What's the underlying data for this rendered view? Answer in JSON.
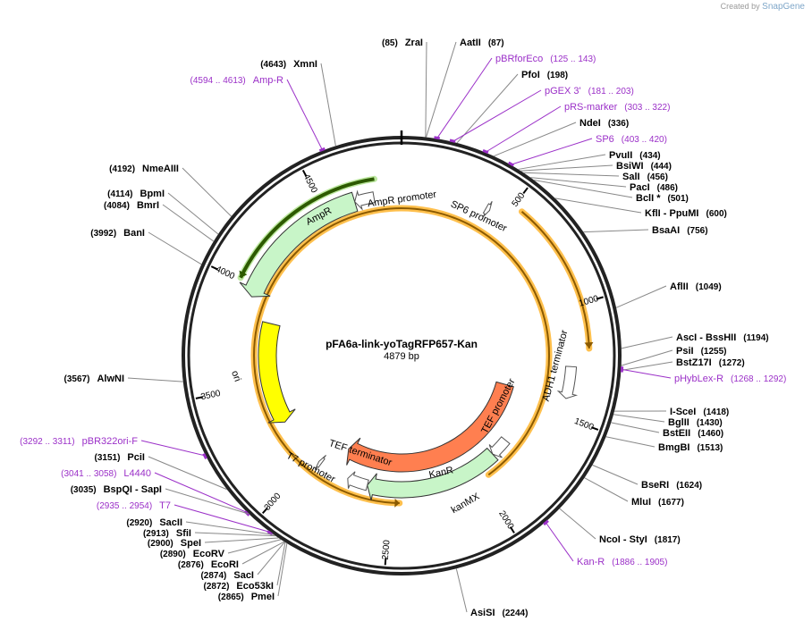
{
  "credit": {
    "text": "Created by",
    "brand": "SnapGene"
  },
  "plasmid": {
    "name": "pFA6a-link-yoTagRFP657-Kan",
    "size_label": "4879 bp",
    "length": 4879
  },
  "colors": {
    "primer": "#9b30c8",
    "amp": "#c8f5c8",
    "amp_outline": "#2d5a00",
    "ori": "#ffff00",
    "kanmx": "#ff7f50",
    "yellow_highlight": "#ffc04d",
    "line": "#888888"
  },
  "ticks": [
    {
      "label": "500",
      "pos": 500
    },
    {
      "label": "1000",
      "pos": 1000
    },
    {
      "label": "1500",
      "pos": 1500
    },
    {
      "label": "2000",
      "pos": 2000
    },
    {
      "label": "2500",
      "pos": 2500
    },
    {
      "label": "3000",
      "pos": 3000
    },
    {
      "label": "3500",
      "pos": 3500
    },
    {
      "label": "4000",
      "pos": 4000
    },
    {
      "label": "4500",
      "pos": 4500
    }
  ],
  "right_labels": [
    {
      "kind": "enz",
      "pos": 87,
      "pos_label": "(87)",
      "text": "AatII"
    },
    {
      "kind": "primer",
      "pos": 125,
      "pos_label": "(125 .. 143)",
      "text": "pBRforEco"
    },
    {
      "kind": "enz",
      "pos": 198,
      "pos_label": "(198)",
      "text": "PfoI"
    },
    {
      "kind": "primer",
      "pos": 181,
      "pos_label": "(181 .. 203)",
      "text": "pGEX 3'"
    },
    {
      "kind": "primer",
      "pos": 303,
      "pos_label": "(303 .. 322)",
      "text": "pRS-marker"
    },
    {
      "kind": "enz",
      "pos": 336,
      "pos_label": "(336)",
      "text": "NdeI"
    },
    {
      "kind": "primer",
      "pos": 403,
      "pos_label": "(403 .. 420)",
      "text": "SP6"
    },
    {
      "kind": "enz",
      "pos": 434,
      "pos_label": "(434)",
      "text": "PvuII"
    },
    {
      "kind": "enz",
      "pos": 444,
      "pos_label": "(444)",
      "text": "BsiWI"
    },
    {
      "kind": "enz",
      "pos": 456,
      "pos_label": "(456)",
      "text": "SalI"
    },
    {
      "kind": "enz",
      "pos": 486,
      "pos_label": "(486)",
      "text": "PacI"
    },
    {
      "kind": "enz",
      "pos": 501,
      "pos_label": "(501)",
      "text": "BclI *"
    },
    {
      "kind": "enz",
      "pos": 600,
      "pos_label": "(600)",
      "text": "KflI  - PpuMI"
    },
    {
      "kind": "enz",
      "pos": 756,
      "pos_label": "(756)",
      "text": "BsaAI"
    },
    {
      "kind": "enz",
      "pos": 1049,
      "pos_label": "(1049)",
      "text": "AflII"
    },
    {
      "kind": "enz",
      "pos": 1194,
      "pos_label": "(1194)",
      "text": "AscI   - BssHII"
    },
    {
      "kind": "enz",
      "pos": 1255,
      "pos_label": "(1255)",
      "text": "PsiI"
    },
    {
      "kind": "enz",
      "pos": 1272,
      "pos_label": "(1272)",
      "text": "BstZ17I"
    },
    {
      "kind": "primer",
      "pos": 1268,
      "pos_label": "(1268 .. 1292)",
      "text": "pHybLex-R"
    },
    {
      "kind": "enz",
      "pos": 1418,
      "pos_label": "(1418)",
      "text": "I-SceI"
    },
    {
      "kind": "enz",
      "pos": 1430,
      "pos_label": "(1430)",
      "text": "BglII"
    },
    {
      "kind": "enz",
      "pos": 1460,
      "pos_label": "(1460)",
      "text": "BstEII"
    },
    {
      "kind": "enz",
      "pos": 1513,
      "pos_label": "(1513)",
      "text": "BmgBI"
    },
    {
      "kind": "enz",
      "pos": 1624,
      "pos_label": "(1624)",
      "text": "BseRI"
    },
    {
      "kind": "enz",
      "pos": 1677,
      "pos_label": "(1677)",
      "text": "MluI"
    },
    {
      "kind": "enz",
      "pos": 1817,
      "pos_label": "(1817)",
      "text": "NcoI  - StyI"
    },
    {
      "kind": "primer",
      "pos": 1886,
      "pos_label": "(1886 .. 1905)",
      "text": "Kan-R"
    },
    {
      "kind": "enz",
      "pos": 2244,
      "pos_label": "(2244)",
      "text": "AsiSI"
    }
  ],
  "left_labels": [
    {
      "kind": "enz",
      "pos": 85,
      "pos_label": "(85)",
      "text": "ZraI"
    },
    {
      "kind": "enz",
      "pos": 4643,
      "pos_label": "(4643)",
      "text": "XmnI"
    },
    {
      "kind": "primer",
      "pos": 4594,
      "pos_label": "(4594 .. 4613)",
      "text": "Amp-R"
    },
    {
      "kind": "enz",
      "pos": 4192,
      "pos_label": "(4192)",
      "text": "NmeAIII"
    },
    {
      "kind": "enz",
      "pos": 4114,
      "pos_label": "(4114)",
      "text": "BpmI"
    },
    {
      "kind": "enz",
      "pos": 4084,
      "pos_label": "(4084)",
      "text": "BmrI"
    },
    {
      "kind": "enz",
      "pos": 3992,
      "pos_label": "(3992)",
      "text": "BanI"
    },
    {
      "kind": "enz",
      "pos": 3567,
      "pos_label": "(3567)",
      "text": "AlwNI"
    },
    {
      "kind": "primer",
      "pos": 3292,
      "pos_label": "(3292 .. 3311)",
      "text": "pBR322ori-F"
    },
    {
      "kind": "enz",
      "pos": 3151,
      "pos_label": "(3151)",
      "text": "PciI"
    },
    {
      "kind": "primer",
      "pos": 3041,
      "pos_label": "(3041 .. 3058)",
      "text": "L4440"
    },
    {
      "kind": "enz",
      "pos": 3035,
      "pos_label": "(3035)",
      "text": "BspQI   - SapI"
    },
    {
      "kind": "primer",
      "pos": 2935,
      "pos_label": "(2935 .. 2954)",
      "text": "T7"
    },
    {
      "kind": "enz",
      "pos": 2920,
      "pos_label": "(2920)",
      "text": "SacII"
    },
    {
      "kind": "enz",
      "pos": 2913,
      "pos_label": "(2913)",
      "text": "SfiI"
    },
    {
      "kind": "enz",
      "pos": 2900,
      "pos_label": "(2900)",
      "text": "SpeI"
    },
    {
      "kind": "enz",
      "pos": 2890,
      "pos_label": "(2890)",
      "text": "EcoRV"
    },
    {
      "kind": "enz",
      "pos": 2876,
      "pos_label": "(2876)",
      "text": "EcoRI"
    },
    {
      "kind": "enz",
      "pos": 2874,
      "pos_label": "(2874)",
      "text": "SacI"
    },
    {
      "kind": "enz",
      "pos": 2872,
      "pos_label": "(2872)",
      "text": "Eco53kI"
    },
    {
      "kind": "enz",
      "pos": 2865,
      "pos_label": "(2865)",
      "text": "PmeI"
    }
  ],
  "features": [
    {
      "name": "AmpR",
      "type": "cds",
      "start": 4650,
      "end": 3950,
      "ring": 1
    },
    {
      "name": "AmpR promoter",
      "type": "promoter",
      "start": 4745,
      "end": 4650,
      "ring": 1
    },
    {
      "name": "SP6 promoter",
      "type": "promoter",
      "start": 404,
      "end": 423,
      "ring": 1
    },
    {
      "name": "ori",
      "type": "origin",
      "start": 3846,
      "end": 3257,
      "ring": 2
    },
    {
      "name": "ADH1 terminator",
      "type": "terminator",
      "start": 1270,
      "end": 1418,
      "ring": 1
    },
    {
      "name": "kanMX",
      "type": "cds",
      "start": 1430,
      "end": 2840,
      "ring": 3
    },
    {
      "name": "TEF promoter",
      "type": "promoter",
      "start": 1750,
      "end": 1860,
      "ring": 2
    },
    {
      "name": "KanR",
      "type": "cds",
      "start": 1860,
      "end": 2640,
      "ring": 2
    },
    {
      "name": "TEF terminator",
      "type": "terminator",
      "start": 2640,
      "end": 2760,
      "ring": 2
    },
    {
      "name": "T7 promoter",
      "type": "promoter",
      "start": 2936,
      "end": 2954,
      "ring": 2
    }
  ],
  "highlights": [
    {
      "name": "green-arc",
      "start": 4760,
      "end": 4010
    },
    {
      "name": "yellow-arc-1",
      "start": 540,
      "end": 1190
    },
    {
      "name": "yellow-arc-2",
      "start": 1950,
      "end": 2450
    }
  ]
}
